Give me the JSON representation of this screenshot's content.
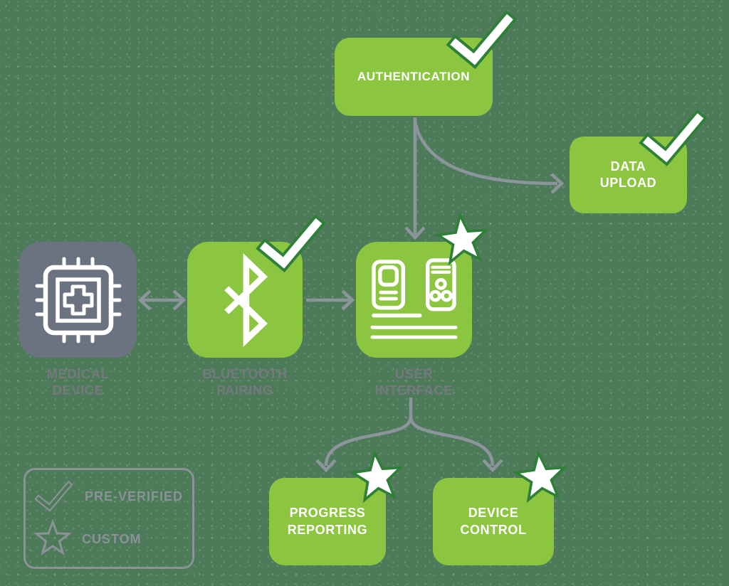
{
  "colors": {
    "background": "#4d7a58",
    "node_green": "#8cc540",
    "node_gray": "#6b7380",
    "badge_outline_green": "#2e8038",
    "arrow_gray": "#8d959c",
    "node_label_gray": "#75797f",
    "legend_gray": "#8b9298",
    "text_white": "#ffffff"
  },
  "nodes": {
    "authentication": {
      "label": "AUTHENTICATION",
      "badge": "check"
    },
    "data_upload": {
      "line1": "DATA",
      "line2": "UPLOAD",
      "badge": "check"
    },
    "medical_device": {
      "line1": "MEDICAL",
      "line2": "DEVICE",
      "icon": "medical-chip-icon",
      "badge": null
    },
    "bluetooth_pairing": {
      "line1": "BLUETOOTH",
      "line2": "PAIRING",
      "icon": "bluetooth-icon",
      "badge": "check"
    },
    "user_interface": {
      "line1": "USER",
      "line2": "INTERFACE",
      "icon": "ui-devices-icon",
      "badge": "star"
    },
    "progress_reporting": {
      "line1": "PROGRESS",
      "line2": "REPORTING",
      "badge": "star"
    },
    "device_control": {
      "line1": "DEVICE",
      "line2": "CONTROL",
      "badge": "star"
    }
  },
  "connections": [
    "medical_device <-> bluetooth_pairing",
    "bluetooth_pairing -> user_interface",
    "authentication -> user_interface",
    "authentication -> data_upload",
    "user_interface -> progress_reporting",
    "user_interface -> device_control"
  ],
  "legend": {
    "pre_verified_label": "PRE-VERIFIED",
    "custom_label": "CUSTOM"
  }
}
